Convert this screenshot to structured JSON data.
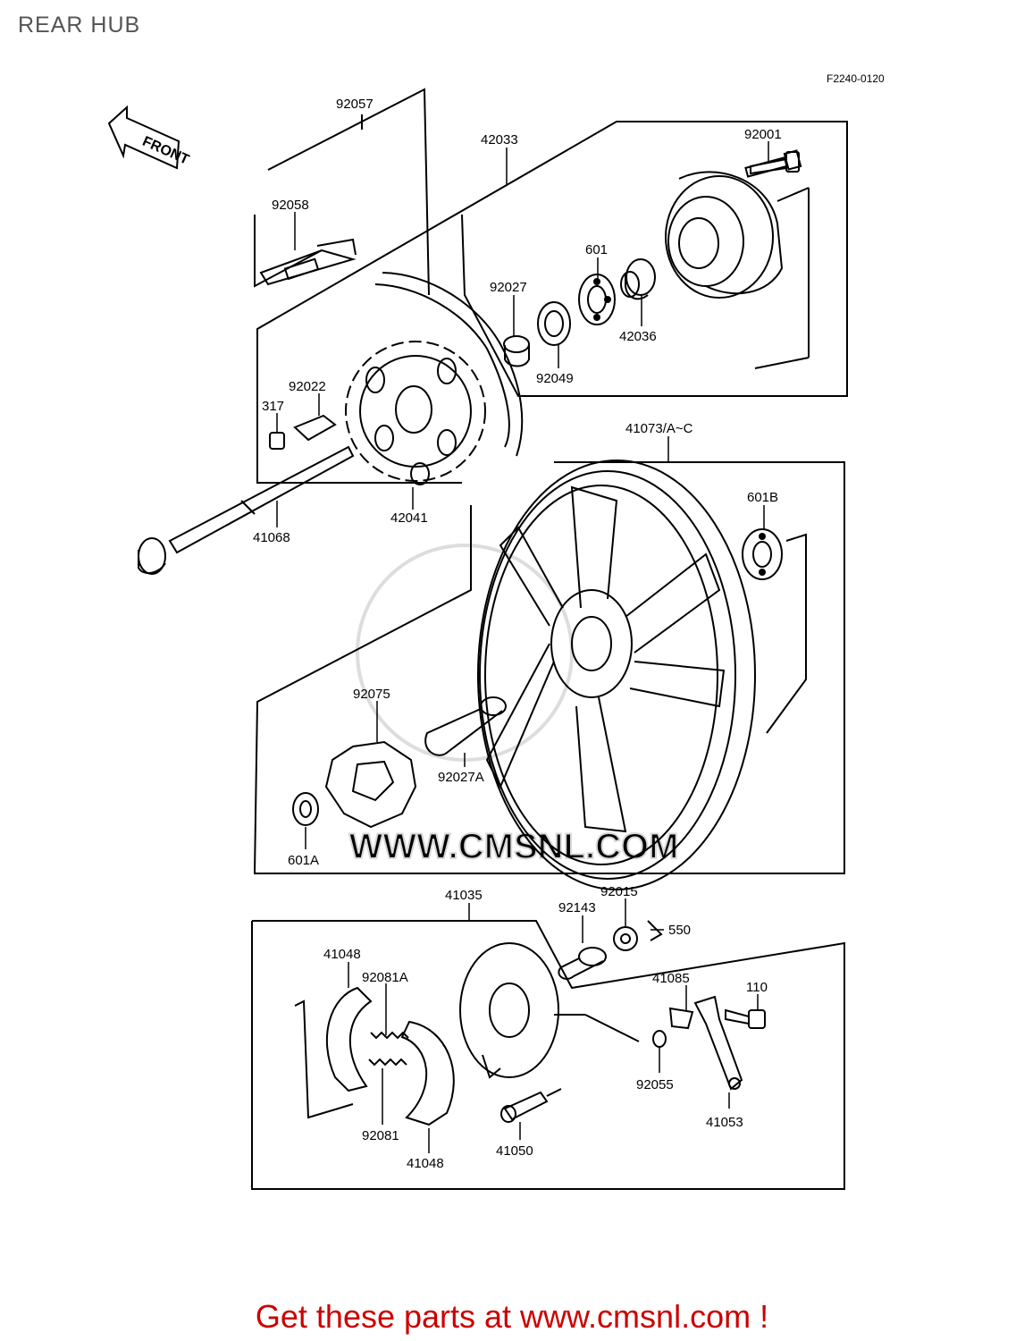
{
  "page": {
    "title": "REAR HUB",
    "diagram_ref": "F2240-0120"
  },
  "front_arrow": {
    "label": "FRONT"
  },
  "watermark": {
    "text": "WWW.CMSNL.COM"
  },
  "parts": {
    "p92057": "92057",
    "p42033": "42033",
    "p92001": "92001",
    "p92058": "92058",
    "p601": "601",
    "p92027": "92027",
    "p42036": "42036",
    "p92049": "92049",
    "p92022": "92022",
    "p317": "317",
    "p41073": "41073/A~C",
    "p601B": "601B",
    "p42041": "42041",
    "p41068": "41068",
    "p92075": "92075",
    "p92027A": "92027A",
    "p601A": "601A",
    "p41035": "41035",
    "p92015": "92015",
    "p92143": "92143",
    "p550": "550",
    "p41048a": "41048",
    "p92081A": "92081A",
    "p41085": "41085",
    "p110": "110",
    "p92055": "92055",
    "p92081": "92081",
    "p41053": "41053",
    "p41050": "41050",
    "p41048b": "41048"
  },
  "footer": {
    "cta": "Get these parts at www.cmsnl.com !",
    "cta_color": "#cc0000"
  }
}
